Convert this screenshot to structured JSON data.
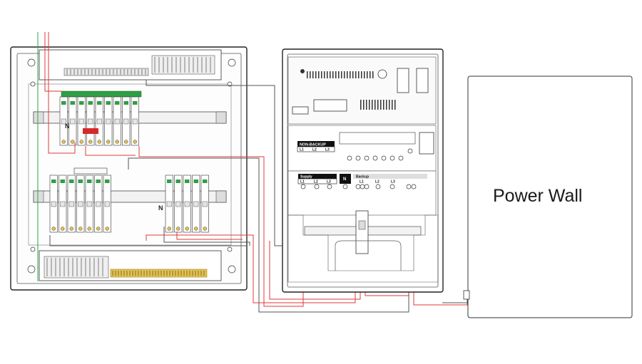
{
  "power_wall": {
    "label": "Power Wall"
  },
  "inverter": {
    "non_backup_label": "NON-BACKUP",
    "non_backup_terminals": [
      "L1",
      "L2",
      "L3"
    ],
    "supply_label": "Supply",
    "supply_terminals": [
      "L1",
      "L2",
      "L3"
    ],
    "neutral_label": "N",
    "backup_label": "Backup",
    "backup_terminals": [
      "L1",
      "L2",
      "L3"
    ]
  },
  "distribution_board": {
    "upper_neutral_label": "N",
    "lower_neutral_label": "N"
  },
  "colors": {
    "wire_red": "#e03a3a",
    "wire_grey": "#555555",
    "wire_green": "#2aa84a",
    "breaker_green": "#2f9e45",
    "breaker_red": "#d62828",
    "terminal_yellow": "#e6c24a",
    "label_black": "#111111"
  }
}
